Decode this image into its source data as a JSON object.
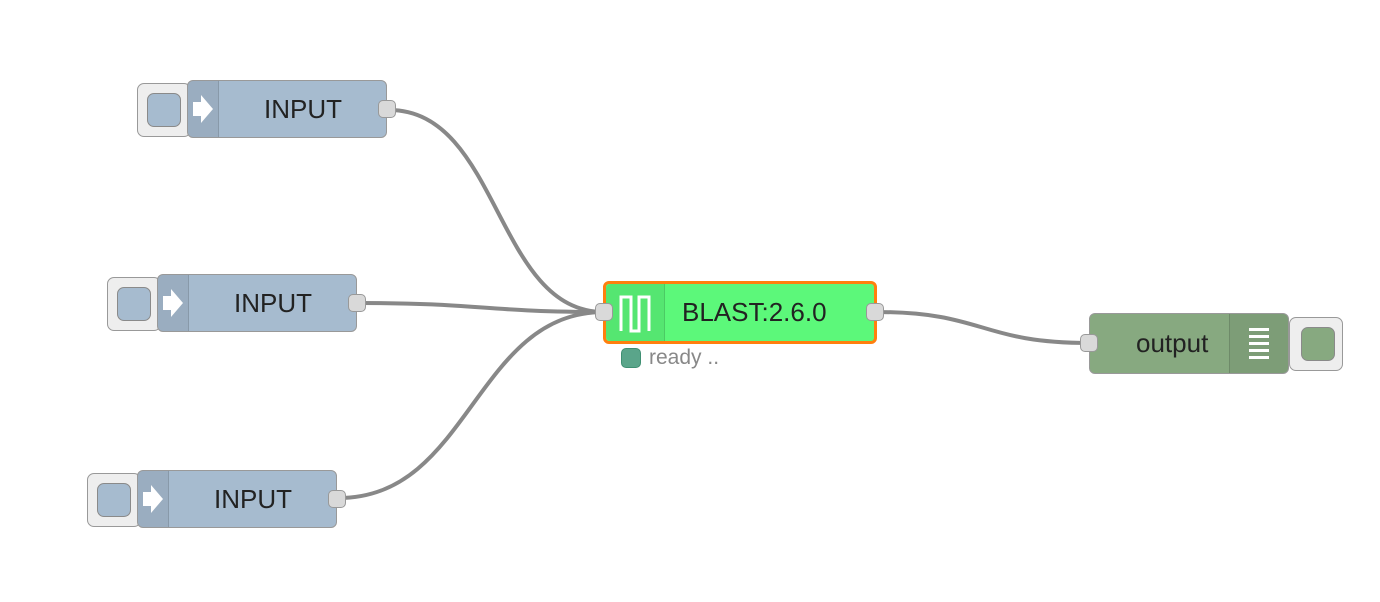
{
  "flow": {
    "inputs": [
      {
        "label": "INPUT"
      },
      {
        "label": "INPUT"
      },
      {
        "label": "INPUT"
      }
    ],
    "exec_node": {
      "label": "BLAST:2.6.0",
      "status_text": "ready ..",
      "status_color": "#5aa58a"
    },
    "output_node": {
      "label": "output"
    }
  },
  "colors": {
    "inject_node": "#a6bbcf",
    "exec_node": "#5cf87a",
    "exec_border": "#ff7f0e",
    "debug_node": "#87a980",
    "wire": "#888888"
  },
  "icons": {
    "inject": "arrow-right-icon",
    "exec": "pulse-wave-icon",
    "debug": "list-lines-icon"
  }
}
